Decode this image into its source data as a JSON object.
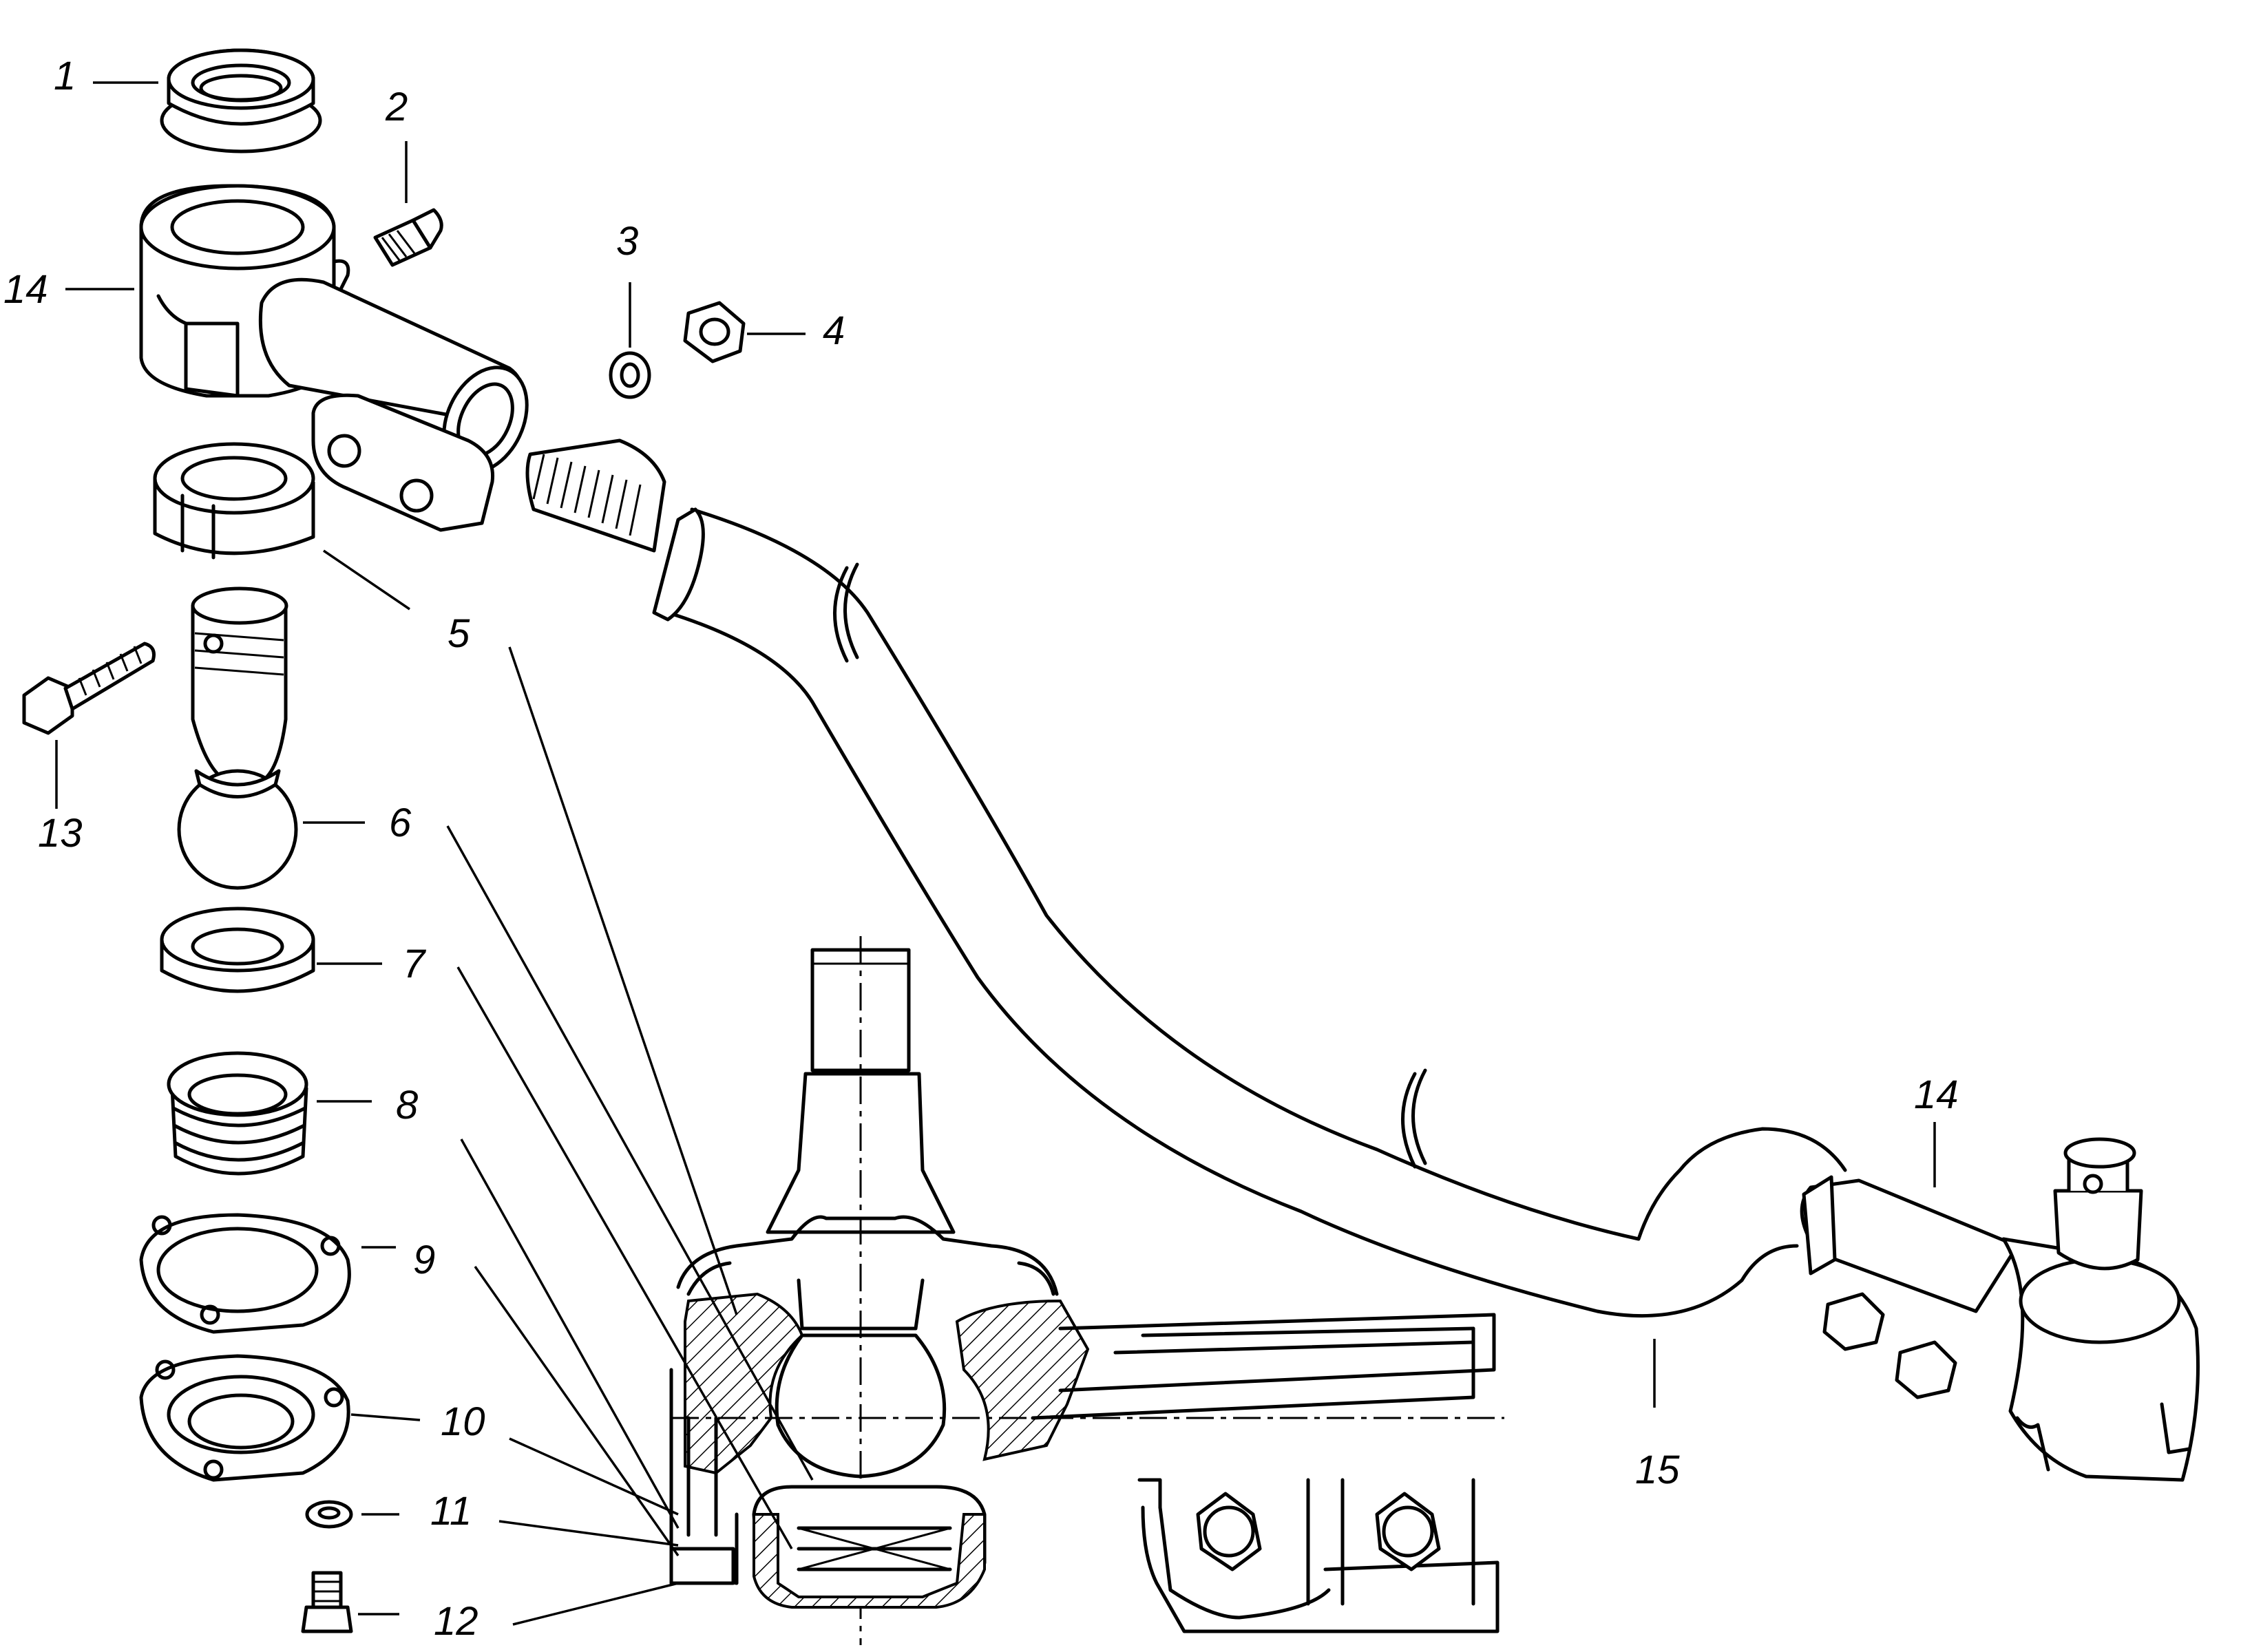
{
  "labels": {
    "l1": "1",
    "l2": "2",
    "l3": "3",
    "l4": "4",
    "l5": "5",
    "l6": "6",
    "l7": "7",
    "l8": "8",
    "l9": "9",
    "l10": "10",
    "l11": "11",
    "l12": "12",
    "l13": "13",
    "l14a": "14",
    "l14b": "14",
    "l15": "15"
  },
  "colors": {
    "ink": "#000000",
    "paper": "#ffffff"
  }
}
